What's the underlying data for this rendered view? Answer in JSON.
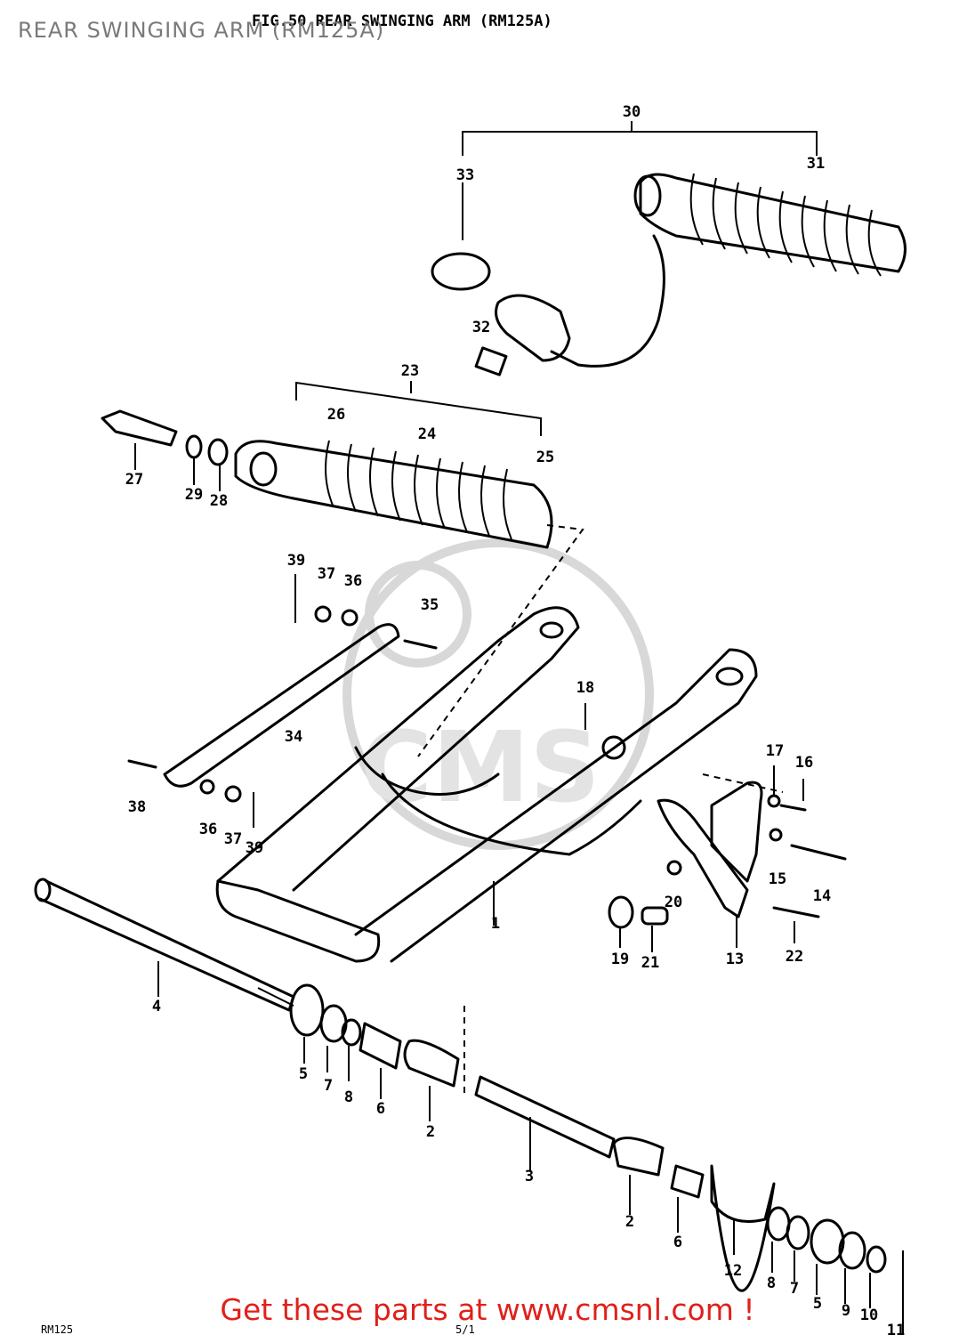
{
  "page_title": "REAR SWINGING ARM (RM125A)",
  "figure_title": "FIG.50  REAR SWINGING ARM (RM125A)",
  "part_labels": [
    "1",
    "2",
    "2",
    "3",
    "4",
    "5",
    "5",
    "6",
    "6",
    "7",
    "7",
    "8",
    "8",
    "9",
    "10",
    "11",
    "12",
    "13",
    "14",
    "15",
    "16",
    "17",
    "18",
    "19",
    "20",
    "21",
    "22",
    "23",
    "24",
    "25",
    "26",
    "27",
    "28",
    "29",
    "30",
    "31",
    "32",
    "33",
    "34",
    "35",
    "36",
    "36",
    "37",
    "37",
    "38",
    "39",
    "39"
  ],
  "watermark_text": "CMS",
  "footer_left": "RM125",
  "footer_center": "5/1",
  "call_to_action": "Get these parts at www.cmsnl.com !",
  "colors": {
    "call_to_action": "#e0201b",
    "title_overlay": "#7a7a7a",
    "watermark": "#d8d8d8",
    "line_art": "#000000"
  }
}
